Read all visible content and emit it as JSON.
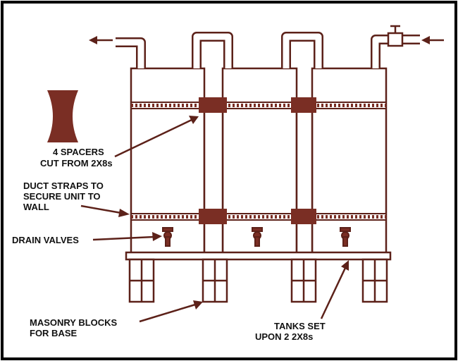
{
  "colors": {
    "frame": "#000000",
    "tank_outline": "#5c2119",
    "strap_fill": "#7a2e24",
    "background": "#ffffff"
  },
  "labels": {
    "spacers": [
      "4 SPACERS",
      "CUT FROM 2X8s"
    ],
    "duct_straps": [
      "DUCT STRAPS TO",
      "SECURE UNIT TO",
      "WALL"
    ],
    "drain_valves": [
      "DRAIN VALVES"
    ],
    "masonry": [
      "MASONRY BLOCKS",
      "FOR BASE"
    ],
    "tanks_set": [
      "TANKS SET",
      "UPON 2 2X8s"
    ]
  },
  "icons": {
    "outlet": "arrow-left-icon",
    "inlet": "arrow-left-icon",
    "valve": "gate-valve-icon",
    "drain": "drain-valve-icon",
    "spacer": "spacer-block-icon"
  }
}
